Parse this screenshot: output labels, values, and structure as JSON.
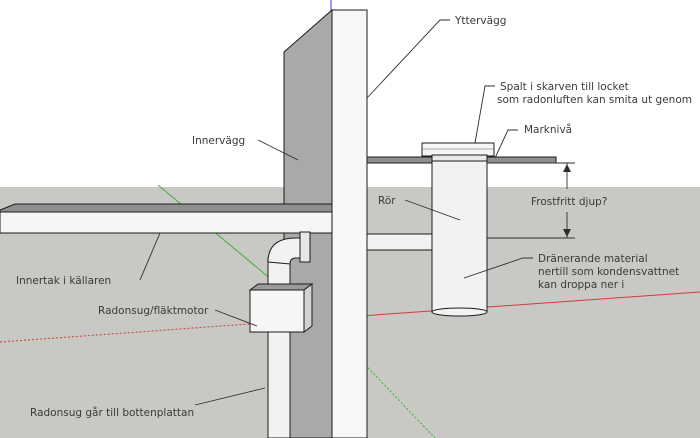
{
  "labels": {
    "yttervagg": "Yttervägg",
    "spalt_line1": "Spalt i skarven till locket",
    "spalt_line2": "som radonluften kan smita ut genom",
    "markniva": "Marknivå",
    "innervagg": "Innervägg",
    "ror": "Rör",
    "frostfritt": "Frostfritt djup?",
    "dranerande_line1": "Dränerande material",
    "dranerande_line2": "nertill som kondensvattnet",
    "dranerande_line3": "kan droppa ner i",
    "innertak": "Innertak i källaren",
    "radonsug_flakt": "Radonsug/fläktmotor",
    "radonsug_botten": "Radonsug går till bottenplattan"
  },
  "colors": {
    "sky": "#ffffff",
    "ground": "#c8c8c4",
    "wall_face": "#f7f7f7",
    "wall_side": "#a9a9a9",
    "slab_top": "#8f8f8f",
    "pipe": "#f2f2f2",
    "red_axis": "#d33a3a",
    "green_axis": "#3fae3f",
    "blue_axis": "#3a3ad8"
  }
}
